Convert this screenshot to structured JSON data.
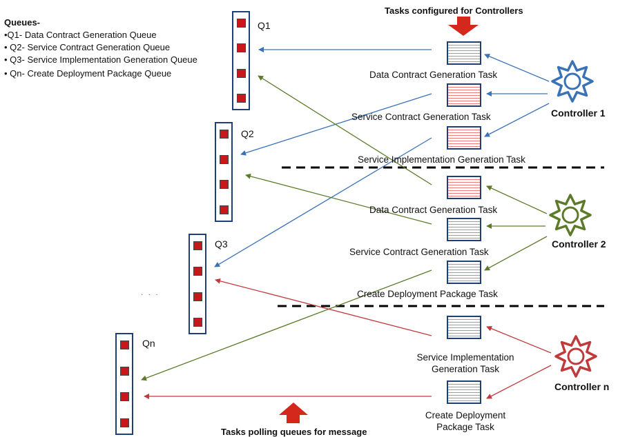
{
  "legend": {
    "title": "Queues-",
    "items": [
      "•Q1- Data Contract Generation Queue",
      "• Q2- Service Contract Generation Queue",
      "• Q3- Service Implementation  Generation Queue",
      "• Qn-  Create Deployment Package Queue"
    ]
  },
  "header_top": "Tasks configured for Controllers",
  "header_bottom": "Tasks polling queues for message",
  "queues": {
    "q1": "Q1",
    "q2": "Q2",
    "q3": "Q3",
    "qn": "Qn"
  },
  "ellipsis": ". . .",
  "tasks": {
    "t1": "Data Contract Generation Task",
    "t2": "Service Contract Generation Task",
    "t3": "Service Implementation  Generation Task",
    "t4": "Data Contract Generation Task",
    "t5": "Service Contract Generation Task",
    "t6": "Create Deployment  Package Task",
    "t7": "Service Implementation Generation Task",
    "t8": "Create Deployment Package Task"
  },
  "controllers": {
    "c1": "Controller 1",
    "c2": "Controller 2",
    "cn": "Controller n"
  },
  "colors": {
    "controller_1": "#3a72b8",
    "controller_2": "#5c7a2a",
    "controller_n": "#c0393b",
    "queue_border": "#1f3e78",
    "header_arrow": "#d4281c"
  }
}
